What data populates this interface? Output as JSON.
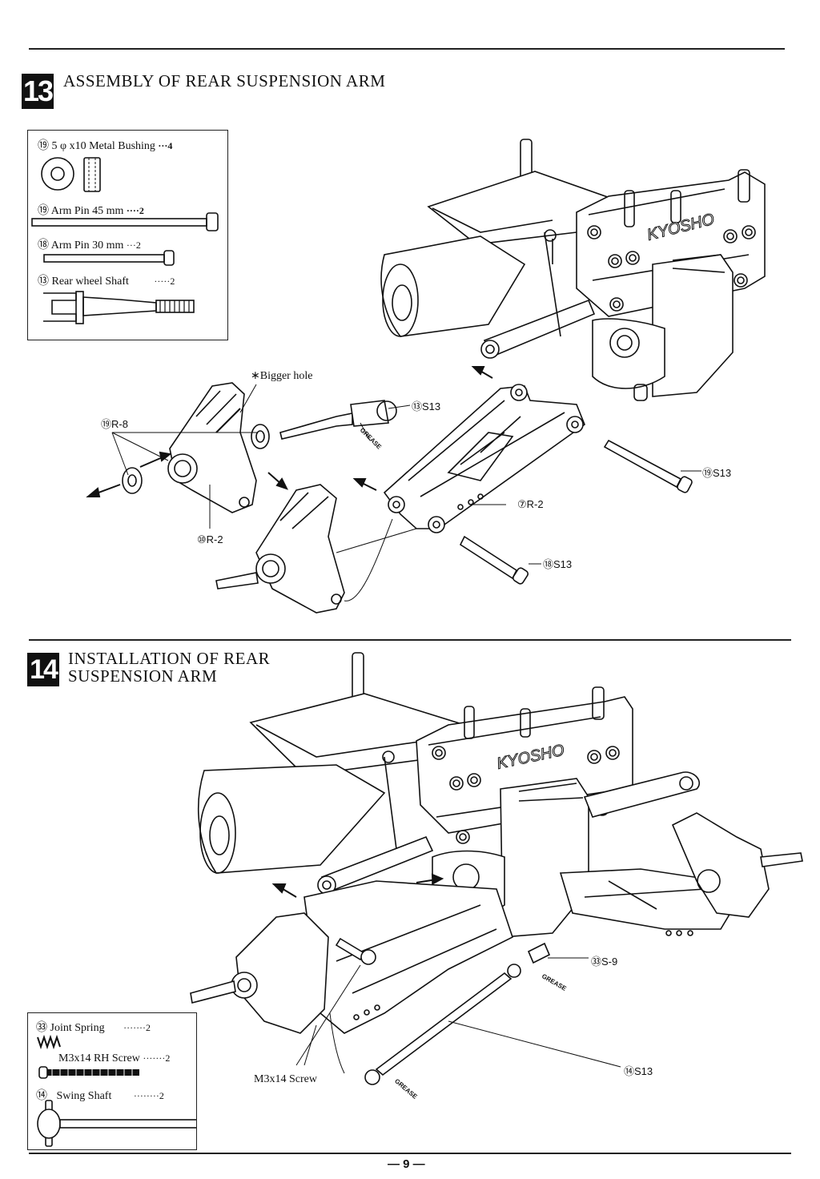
{
  "step13": {
    "number": "13",
    "title": "ASSEMBLY OF REAR SUSPENSION ARM",
    "parts": [
      {
        "id": "⑲",
        "name": "5 φ x10 Metal Bushing",
        "qty": "···4"
      },
      {
        "id": "⑲",
        "name": "Arm Pin 45 mm",
        "qty": "····2"
      },
      {
        "id": "⑱",
        "name": "Arm Pin 30 mm",
        "qty": "···2"
      },
      {
        "id": "⑬",
        "name": "Rear wheel Shaft",
        "qty": "·····2"
      }
    ],
    "callouts": {
      "bigger_hole": "∗Bigger hole",
      "bushing": "⑲R-8",
      "hub": "⑩R-2",
      "shaft": "⑬S13",
      "arm": "⑦R-2",
      "pin45": "⑲S13",
      "pin30": "⑱S13",
      "grease": "GREASE"
    },
    "logo": "KYOSHO"
  },
  "step14": {
    "number": "14",
    "title_line1": "INSTALLATION OF REAR",
    "title_line2": "SUSPENSION ARM",
    "parts": [
      {
        "id": "㉝",
        "name": "Joint Spring",
        "qty": "·······2"
      },
      {
        "id": "",
        "name": "M3x14 RH Screw",
        "qty": "·······2"
      },
      {
        "id": "⑭",
        "name": "Swing Shaft",
        "qty": "········2"
      }
    ],
    "callouts": {
      "spring": "㉝S-9",
      "screw": "M3x14 Screw",
      "shaft": "⑭S13",
      "grease": "GREASE"
    },
    "logo": "KYOSHO"
  },
  "page": {
    "number": "— 9 —"
  }
}
